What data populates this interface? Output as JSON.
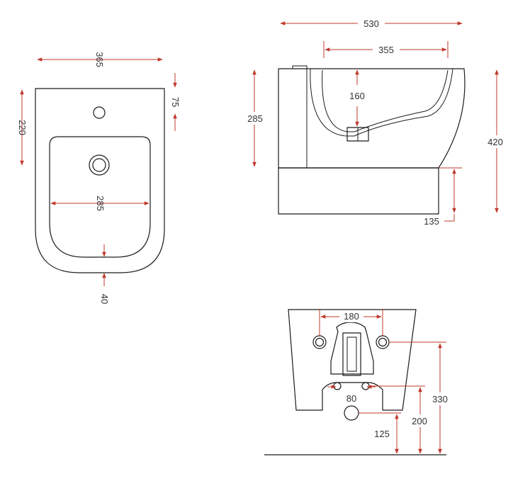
{
  "colors": {
    "outline": "#1a1a1a",
    "dimension_line": "#c0392b",
    "dimension_text": "#333333"
  },
  "top_view": {
    "width": "365",
    "tap_hole_offset": "75",
    "basin_depth_offset": "220",
    "basin_width": "285",
    "rim_thickness": "40"
  },
  "side_view": {
    "overall_length": "530",
    "basin_length": "355",
    "basin_depth": "160",
    "height_back": "285",
    "overall_height": "420",
    "base_height": "135"
  },
  "rear_view": {
    "fixing_spacing": "180",
    "outlet_spacing": "80",
    "fixing_height": "330",
    "outlet_height": "200",
    "waste_height": "125"
  }
}
